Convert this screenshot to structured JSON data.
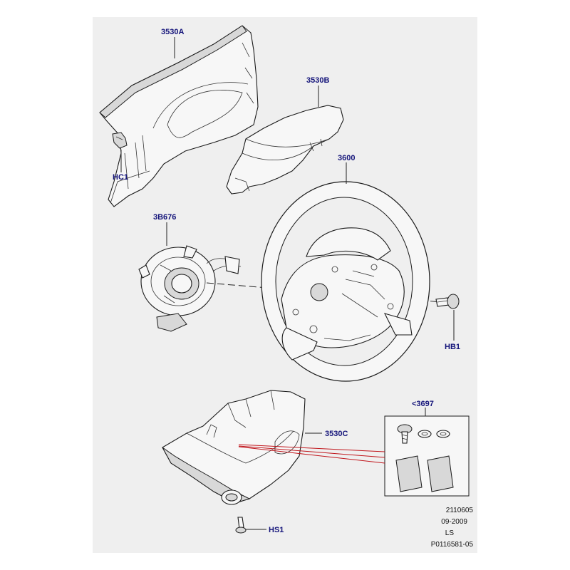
{
  "callouts": {
    "c3530a": "3530A",
    "c3530b": "3530B",
    "c3600": "3600",
    "hc1": "HC1",
    "c3b676": "3B676",
    "hb1": "HB1",
    "c3697": "<3697",
    "c3530c": "3530C",
    "hs1": "HS1"
  },
  "footer": {
    "line1": "2110605",
    "line2": "09-2009",
    "line3": "LS",
    "line4": "P0116581-05"
  },
  "colors": {
    "panel": "#efefef",
    "callout_text": "#14147a",
    "leader_red": "#c0151b"
  }
}
